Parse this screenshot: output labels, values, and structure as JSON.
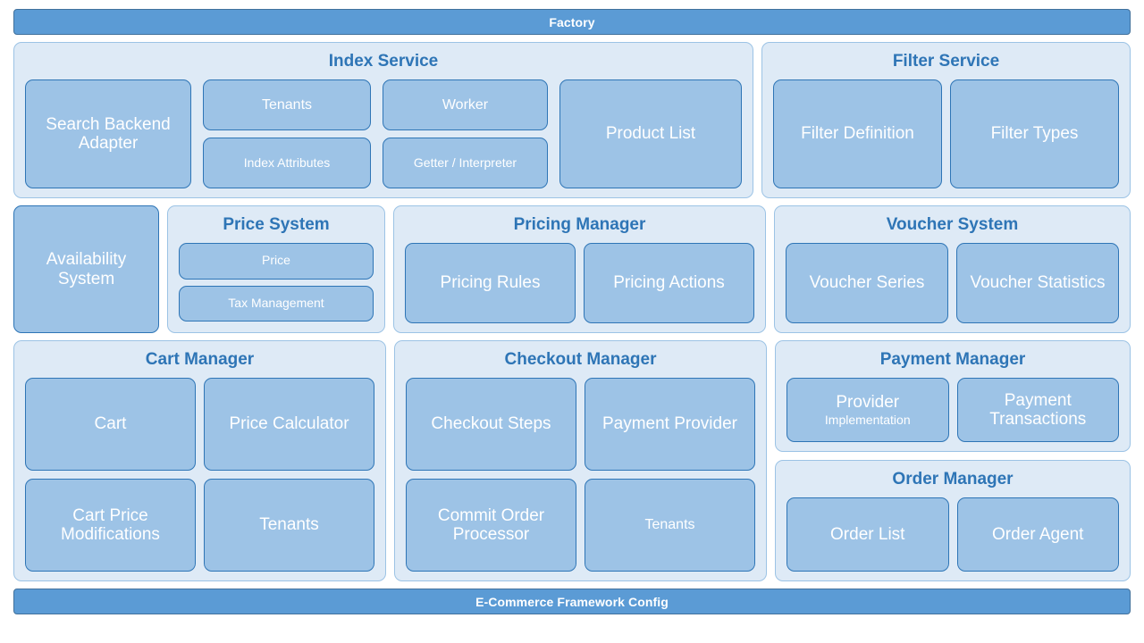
{
  "diagram": {
    "top_bar": "Factory",
    "bottom_bar": "E-Commerce Framework Config",
    "accent_bar_color": "#5b9bd5",
    "panel_color": "#deeaf6",
    "leaf_color": "#9dc3e6",
    "title_text_color": "#2e75b6"
  },
  "row1": {
    "index_service": {
      "title": "Index Service",
      "search_backend_adapter": "Search Backend Adapter",
      "tenants": "Tenants",
      "index_attributes": "Index Attributes",
      "worker": "Worker",
      "getter_interpreter": "Getter / Interpreter",
      "product_list": "Product List"
    },
    "filter_service": {
      "title": "Filter Service",
      "filter_definition": "Filter Definition",
      "filter_types": "Filter Types"
    }
  },
  "row2": {
    "availability_system": "Availability System",
    "price_system": {
      "title": "Price System",
      "price": "Price",
      "tax_management": "Tax Management"
    },
    "pricing_manager": {
      "title": "Pricing Manager",
      "pricing_rules": "Pricing Rules",
      "pricing_actions": "Pricing Actions"
    },
    "voucher_system": {
      "title": "Voucher System",
      "voucher_series": "Voucher Series",
      "voucher_statistics": "Voucher Statistics"
    }
  },
  "row3": {
    "cart_manager": {
      "title": "Cart Manager",
      "cart": "Cart",
      "price_calculator": "Price Calculator",
      "cart_price_modifications": "Cart Price Modifications",
      "tenants": "Tenants"
    },
    "checkout_manager": {
      "title": "Checkout Manager",
      "checkout_steps": "Checkout Steps",
      "payment_provider": "Payment Provider",
      "commit_order_processor": "Commit Order Processor",
      "tenants": "Tenants"
    },
    "payment_manager": {
      "title": "Payment Manager",
      "provider_main": "Provider",
      "provider_sub": "Implementation",
      "payment_transactions": "Payment Transactions"
    },
    "order_manager": {
      "title": "Order Manager",
      "order_list": "Order List",
      "order_agent": "Order Agent"
    }
  }
}
